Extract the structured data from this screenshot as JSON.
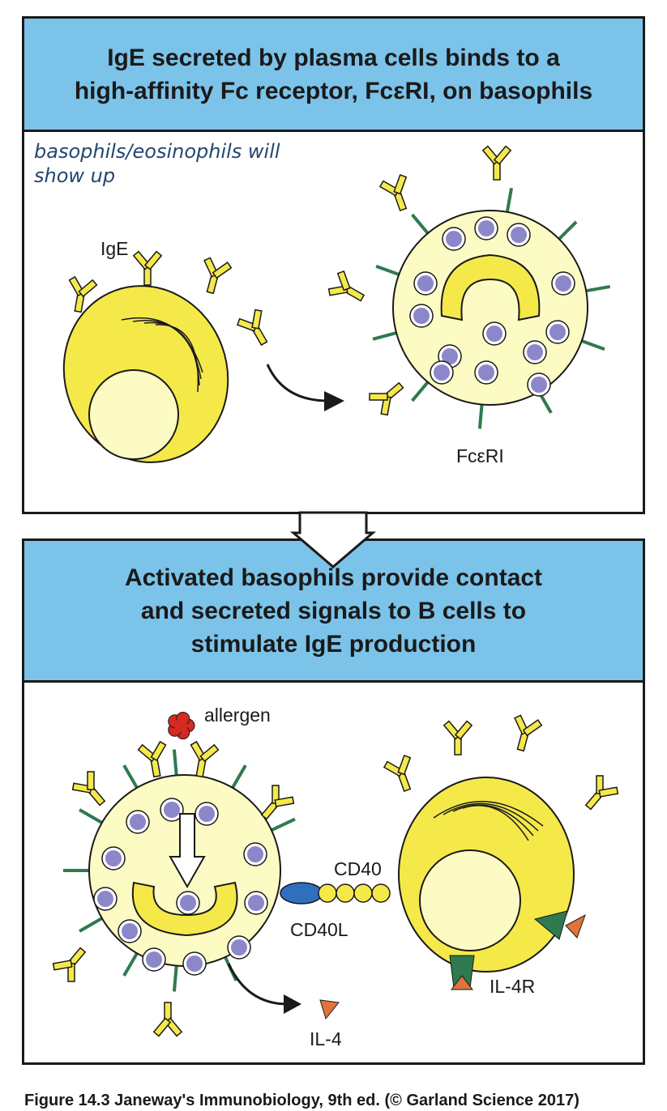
{
  "panel_top": {
    "title_lines": [
      "IgE secreted by plasma cells binds to a",
      "high-affinity Fc receptor, FcεRI, on basophils"
    ],
    "annotation_lines": [
      "basophils/eosinophils will",
      "show up"
    ],
    "label_ige": "IgE",
    "label_receptor": "FcεRI"
  },
  "panel_bottom": {
    "title_lines": [
      "Activated basophils provide contact",
      "and secreted signals to B cells to",
      "stimulate IgE production"
    ],
    "label_allergen": "allergen",
    "label_cd40": "CD40",
    "label_cd40l": "CD40L",
    "label_il4r": "IL-4R",
    "label_il4": "IL-4"
  },
  "caption": "Figure 14.3  Janeway's Immunobiology, 9th ed. (© Garland Science 2017)",
  "colors": {
    "banner": "#7cc3ea",
    "cell_yellow": "#f5e94a",
    "cell_light": "#fdfbc4",
    "granule": "#8c87c9",
    "receptor_green": "#2f7a4e",
    "cd40l_blue": "#2f6fc0",
    "il4_orange": "#e0743a",
    "allergen_red": "#d42a20"
  }
}
